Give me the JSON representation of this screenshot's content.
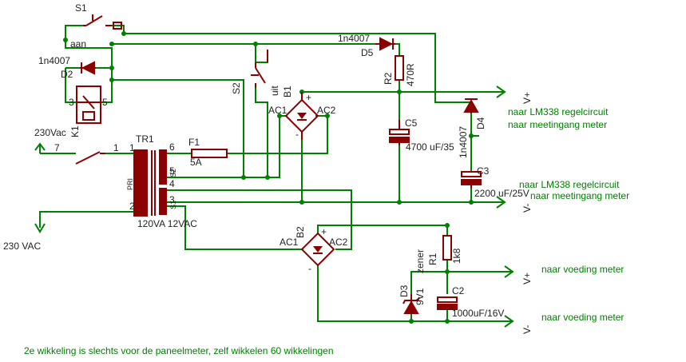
{
  "colors": {
    "wire": "#008000",
    "component": "#8b0000",
    "text": "#222222",
    "note": "#008000",
    "background": "#ffffff"
  },
  "labels": {
    "s1": "S1",
    "aan": "aan",
    "s2": "S2",
    "uit": "uit",
    "d2_type": "1n4007",
    "d2": "D2",
    "k1": "K1",
    "relay_pin3": "3",
    "relay_pin5": "5",
    "mains_top": "230Vac",
    "mains_bottom": "230 VAC",
    "pin7": "7",
    "pin1a": "1",
    "pin1b": "1",
    "pin2": "2",
    "tr1": "TR1",
    "pri": "PRI",
    "s2_winding": "S2",
    "s1_winding": "S1",
    "pin6": "6",
    "pin5": "5",
    "pin4": "4",
    "pin3": "3",
    "tr_rating": "120VA 12VAC",
    "f1": "F1",
    "f1_value": "5A",
    "b1": "B1",
    "b1_ac1": "AC1",
    "b1_ac2": "AC2",
    "b1_plus": "+",
    "b1_minus": "-",
    "b2": "B2",
    "b2_ac1": "AC1",
    "b2_ac2": "AC2",
    "b2_plus": "+",
    "b2_minus": "-",
    "d5_type": "1n4007",
    "d5": "D5",
    "r2": "R2",
    "r2_value": "470R",
    "c5": "C5",
    "c5_value": "4700 uF/35",
    "d4_type": "1n4007",
    "d4": "D4",
    "c3": "C3",
    "c3_value": "2200 uF/25V",
    "r1": "R1",
    "r1_value": "1k8",
    "d3": "D3",
    "d3_value": "9V1",
    "zener": "zener",
    "c2": "C2",
    "c2_value": "1000uF/16V",
    "vplus_a": "V+",
    "vminus_a": "V-",
    "vplus_b": "V+",
    "vminus_b": "V-"
  },
  "notes": {
    "lm338_a": "naar LM338 regelcircuit",
    "meter_a": "naar meetingang meter",
    "lm338_b": "naar LM338 regelcircuit",
    "meter_b": "naar meetingang meter",
    "voeding_a": "naar voeding meter",
    "voeding_b": "naar voeding meter",
    "footer": "2e wikkeling is slechts voor de paneelmeter, zelf wikkelen 60 wikkelingen"
  }
}
